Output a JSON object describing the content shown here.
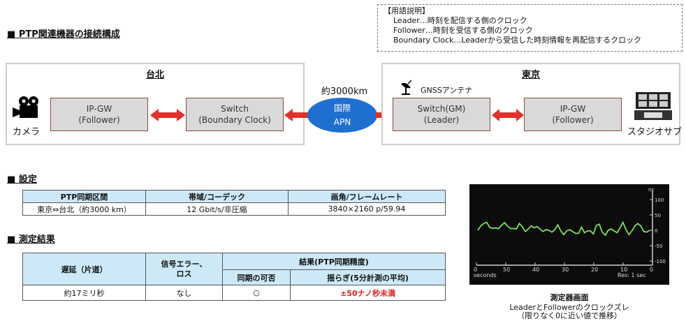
{
  "title": "PTP関連機器の接続構成",
  "glossary": {
    "heading": "【用語説明】",
    "lines": [
      "Leader…時刻を配信する側のクロック",
      "Follower…時刻を受信する側のクロック",
      "Boundary Clock…Leaderから受信した時刻情報を再配信するクロック"
    ]
  },
  "diagram": {
    "taipei": {
      "title": "台北",
      "camera_label": "カメラ",
      "ipgw": {
        "line1": "IP-GW",
        "line2": "(Follower)"
      },
      "switch": {
        "line1": "Switch",
        "line2": "(Boundary Clock)"
      }
    },
    "distance": "約3000km",
    "apn": {
      "line1": "国際",
      "line2": "APN"
    },
    "tokyo": {
      "title": "東京",
      "gnss_label": "GNSSアンテナ",
      "switch": {
        "line1": "Switch(GM)",
        "line2": "(Leader)"
      },
      "ipgw": {
        "line1": "IP-GW",
        "line2": "(Follower)"
      },
      "studio_label": "スタジオサブ"
    }
  },
  "settings": {
    "title": "設定",
    "headers": [
      "PTP同期区間",
      "帯域/コーデック",
      "画角/フレームレート"
    ],
    "row": [
      "東京⇔台北（約3000 km）",
      "12 Gbit/s/非圧縮",
      "3840×2160 p/59.94"
    ]
  },
  "results": {
    "title": "測定結果",
    "headers": {
      "delay": "遅延（片道）",
      "error_line1": "信号エラー、",
      "error_line2": "ロス",
      "result": "結果(PTP同期精度)",
      "sync": "同期の可否",
      "jitter": "揺らぎ(5分計測の平均)"
    },
    "row": {
      "delay": "約17ミリ秒",
      "error": "なし",
      "sync": "○",
      "jitter": "±50ナノ秒未満"
    }
  },
  "scope": {
    "unit": "ns",
    "y_ticks": [
      "100",
      "50",
      "0",
      "-50",
      "-100"
    ],
    "x_ticks": [
      "0",
      "50",
      "40",
      "30",
      "20",
      "10",
      "0"
    ],
    "x_label": "seconds",
    "res_label": "Res: 1 sec",
    "trace_color": "#7dde5a",
    "trace": [
      0,
      14,
      22,
      26,
      10,
      6,
      8,
      5,
      16,
      25,
      14,
      6,
      6,
      4,
      22,
      12,
      -4,
      4,
      14,
      8,
      12,
      4,
      -4,
      2,
      0,
      -6,
      2,
      18,
      -2,
      -14,
      -2,
      2,
      -4,
      -10,
      -10,
      10,
      -8,
      -2,
      -2,
      -12,
      16,
      20,
      -6,
      -16,
      0,
      4,
      -2,
      -8,
      8,
      26,
      2,
      -14,
      -2,
      14,
      22,
      14,
      -4,
      -6,
      0
    ]
  },
  "scope_caption": {
    "title": "測定器画面",
    "line1": "LeaderとFollowerのクロックズレ",
    "line2": "（限りなく0に近い値で推移）"
  }
}
